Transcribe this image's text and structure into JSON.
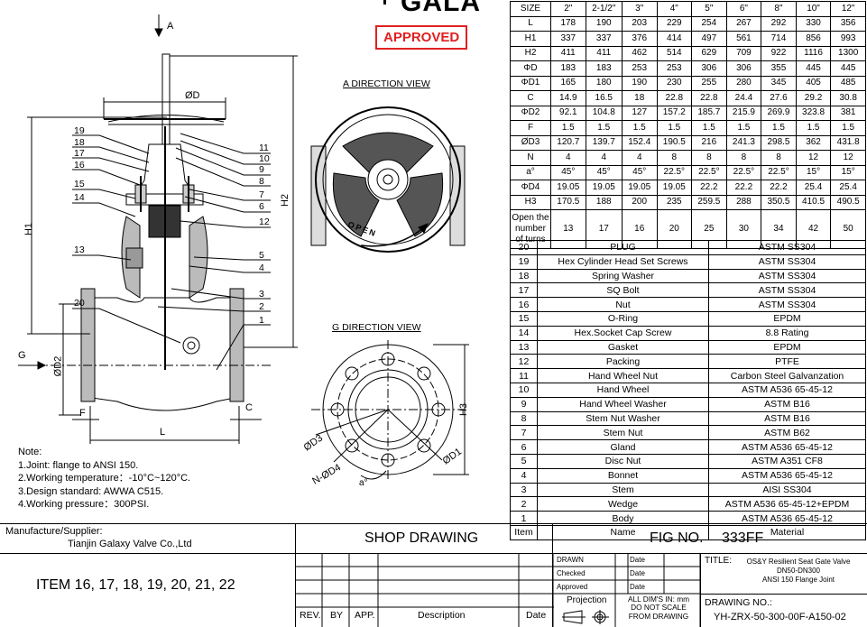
{
  "brand": "GALA",
  "stamp": "APPROVED",
  "views": {
    "a_title": "A DIRECTION VIEW",
    "g_title": "G DIRECTION VIEW",
    "open_text": "OPEN"
  },
  "drawing_labels": {
    "A": "A",
    "G": "G",
    "F": "F",
    "C": "C",
    "L": "L",
    "OD": "ØD",
    "H1": "H1",
    "H2": "H2",
    "H3": "H3",
    "OD2": "ØD2",
    "OD3": "ØD3",
    "OD1": "ØD1",
    "NOD4": "N-ØD4",
    "a": "a°",
    "callouts_left": [
      "19",
      "18",
      "17",
      "16",
      "15",
      "14",
      "13",
      "20"
    ],
    "callouts_right": [
      "11",
      "10",
      "9",
      "8",
      "7",
      "6",
      "12",
      "5",
      "4",
      "3",
      "2",
      "1"
    ]
  },
  "notes": {
    "title": "Note:",
    "lines": [
      "1.Joint: flange to ANSI 150.",
      "2.Working temperature：-10°C~120°C.",
      "3.Design standard: AWWA C515.",
      "4.Working pressure：300PSI."
    ]
  },
  "dimensions": {
    "headers": [
      "SIZE",
      "2\"",
      "2-1/2\"",
      "3\"",
      "4\"",
      "5\"",
      "6\"",
      "8\"",
      "10\"",
      "12\""
    ],
    "rows": [
      [
        "L",
        "178",
        "190",
        "203",
        "229",
        "254",
        "267",
        "292",
        "330",
        "356"
      ],
      [
        "H1",
        "337",
        "337",
        "376",
        "414",
        "497",
        "561",
        "714",
        "856",
        "993"
      ],
      [
        "H2",
        "411",
        "411",
        "462",
        "514",
        "629",
        "709",
        "922",
        "1116",
        "1300"
      ],
      [
        "ΦD",
        "183",
        "183",
        "253",
        "253",
        "306",
        "306",
        "355",
        "445",
        "445"
      ],
      [
        "ΦD1",
        "165",
        "180",
        "190",
        "230",
        "255",
        "280",
        "345",
        "405",
        "485"
      ],
      [
        "C",
        "14.9",
        "16.5",
        "18",
        "22.8",
        "22.8",
        "24.4",
        "27.6",
        "29.2",
        "30.8"
      ],
      [
        "ΦD2",
        "92.1",
        "104.8",
        "127",
        "157.2",
        "185.7",
        "215.9",
        "269.9",
        "323.8",
        "381"
      ],
      [
        "F",
        "1.5",
        "1.5",
        "1.5",
        "1.5",
        "1.5",
        "1.5",
        "1.5",
        "1.5",
        "1.5"
      ],
      [
        "ØD3",
        "120.7",
        "139.7",
        "152.4",
        "190.5",
        "216",
        "241.3",
        "298.5",
        "362",
        "431.8"
      ],
      [
        "N",
        "4",
        "4",
        "4",
        "8",
        "8",
        "8",
        "8",
        "12",
        "12"
      ],
      [
        "a°",
        "45°",
        "45°",
        "45°",
        "22.5°",
        "22.5°",
        "22.5°",
        "22.5°",
        "15°",
        "15°"
      ],
      [
        "ΦD4",
        "19.05",
        "19.05",
        "19.05",
        "19.05",
        "22.2",
        "22.2",
        "22.2",
        "25.4",
        "25.4"
      ],
      [
        "H3",
        "170.5",
        "188",
        "200",
        "235",
        "259.5",
        "288",
        "350.5",
        "410.5",
        "490.5"
      ],
      [
        "Open the number of turns",
        "13",
        "17",
        "16",
        "20",
        "25",
        "30",
        "34",
        "42",
        "50"
      ]
    ]
  },
  "bom": {
    "rows": [
      [
        "20",
        "PLUG",
        "ASTM SS304"
      ],
      [
        "19",
        "Hex Cylinder Head Set Screws",
        "ASTM SS304"
      ],
      [
        "18",
        "Spring Washer",
        "ASTM SS304"
      ],
      [
        "17",
        "SQ Bolt",
        "ASTM SS304"
      ],
      [
        "16",
        "Nut",
        "ASTM SS304"
      ],
      [
        "15",
        "O-Ring",
        "EPDM"
      ],
      [
        "14",
        "Hex.Socket Cap Screw",
        "8.8 Rating"
      ],
      [
        "13",
        "Gasket",
        "EPDM"
      ],
      [
        "12",
        "Packing",
        "PTFE"
      ],
      [
        "11",
        "Hand Wheel Nut",
        "Carbon Steel Galvanzation"
      ],
      [
        "10",
        "Hand Wheel",
        "ASTM A536 65-45-12"
      ],
      [
        "9",
        "Hand Wheel Washer",
        "ASTM B16"
      ],
      [
        "8",
        "Stem Nut Washer",
        "ASTM B16"
      ],
      [
        "7",
        "Stem Nut",
        "ASTM B62"
      ],
      [
        "6",
        "Gland",
        "ASTM A536 65-45-12"
      ],
      [
        "5",
        "Disc Nut",
        "ASTM A351 CF8"
      ],
      [
        "4",
        "Bonnet",
        "ASTM A536 65-45-12"
      ],
      [
        "3",
        "Stem",
        "AISI SS304"
      ],
      [
        "2",
        "Wedge",
        "ASTM A536 65-45-12+EPDM"
      ],
      [
        "1",
        "Body",
        "ASTM A536 65-45-12"
      ],
      [
        "Item",
        "Name",
        "Material"
      ]
    ]
  },
  "title_block": {
    "manufacturer_label": "Manufacture/Supplier:",
    "manufacturer": "Tianjin Galaxy Valve Co.,Ltd",
    "items": "ITEM 16, 17, 18, 19, 20, 21, 22",
    "shop_drawing": "SHOP DRAWING",
    "rev": "REV.",
    "by": "BY",
    "app": "APP.",
    "description": "Description",
    "date": "Date",
    "fig_label": "FIG NO.",
    "fig_no": "333FF",
    "drawn": "DRAWN",
    "checked": "Checked",
    "approved": "Approved",
    "date_small": "Date",
    "projection": "Projection",
    "all_dims": "ALL DIM'S IN: mm",
    "do_not_scale": "DO NOT SCALE",
    "from_drawing": "FROM DRAWING",
    "title_label": "TITLE:",
    "title_line1": "OS&Y Resilient Seat Gate Valve",
    "title_line2": "DN50-DN300",
    "title_line3": "ANSI 150 Flange  Joint",
    "drawing_no_label": "DRAWING NO.:",
    "drawing_no": "YH-ZRX-50-300-00F-A150-02"
  }
}
